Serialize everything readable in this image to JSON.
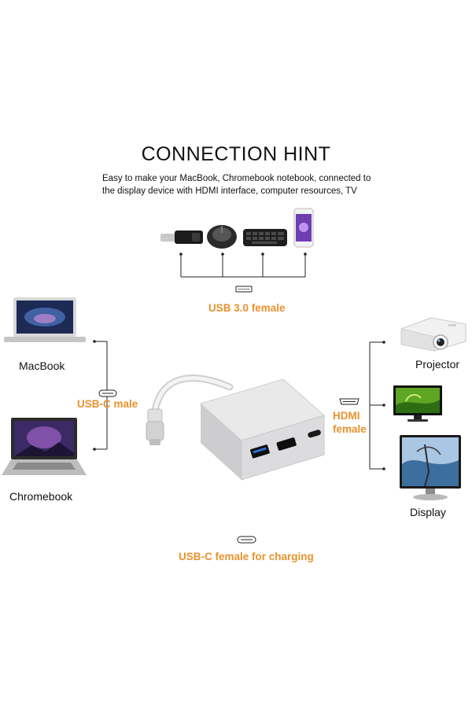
{
  "header": {
    "title": "CONNECTION HINT",
    "subtitle_line1": "Easy to make your MacBook, Chromebook notebook, connected to",
    "subtitle_line2": "the display device with HDMI interface, computer resources, TV"
  },
  "ports": {
    "usb3": "USB 3.0 female",
    "usbc_male": "USB-C male",
    "hdmi_line1": "HDMI",
    "hdmi_line2": "female",
    "charging": "USB-C female for charging"
  },
  "devices": {
    "macbook": "MacBook",
    "chromebook": "Chromebook",
    "projector": "Projector",
    "display": "Display"
  },
  "usb_peripherals": [
    "flash-drive",
    "mouse",
    "keyboard",
    "phone"
  ],
  "colors": {
    "accent": "#e8922e",
    "text": "#111111",
    "line": "#222222"
  }
}
